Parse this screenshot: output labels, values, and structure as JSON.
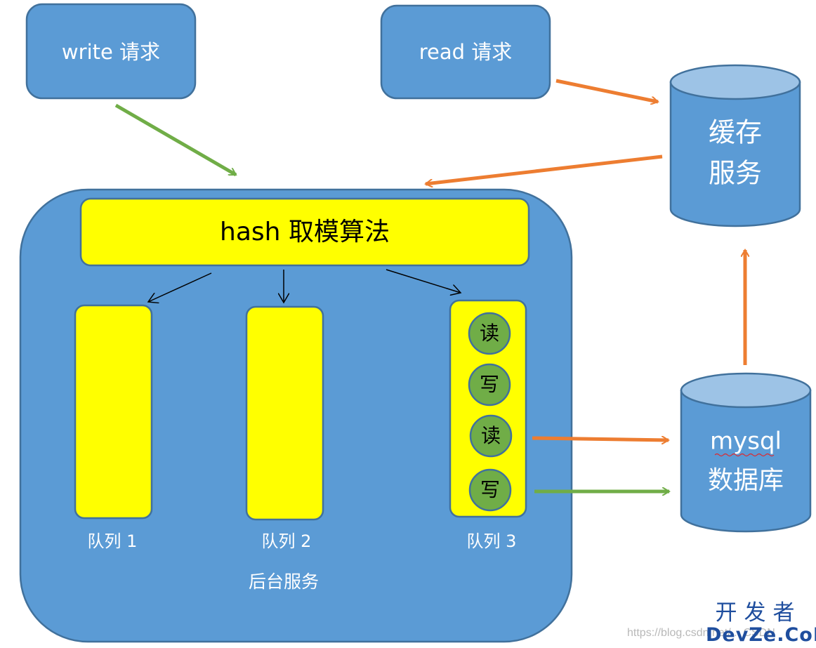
{
  "colors": {
    "box_blue": "#5b9bd5",
    "box_border": "#41719c",
    "yellow": "#ffff00",
    "op_green": "#70ad47",
    "orange_arrow": "#ed7d31",
    "green_arrow": "#70ad47",
    "cylinder_top": "#9dc3e6"
  },
  "requests": {
    "write": "write 请求",
    "read": "read 请求"
  },
  "cache": {
    "line1": "缓存",
    "line2": "服务"
  },
  "database": {
    "line1": "mysql",
    "line2": "数据库"
  },
  "backend": {
    "hash_label": "hash 取模算法",
    "title": "后台服务",
    "queues": [
      {
        "label": "队列 1",
        "ops": []
      },
      {
        "label": "队列 2",
        "ops": []
      },
      {
        "label": "队列 3",
        "ops": [
          "读",
          "写",
          "读",
          "写"
        ]
      }
    ]
  },
  "watermark": "https://blog.csdn.net/...",
  "watermark_csdn": "CSDN",
  "logo": {
    "top": "开发者",
    "bottom": "DevZe.CoM"
  }
}
